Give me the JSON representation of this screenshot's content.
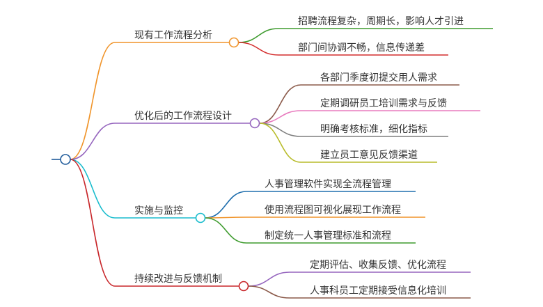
{
  "mindmap": {
    "branches": [
      {
        "label": "现有工作流程分析",
        "color": "#F0942A",
        "children": [
          {
            "label": "招聘流程复杂，周期长，影响人才引进",
            "color": "#3E9B2E"
          },
          {
            "label": "部门间协调不畅，信息传递差",
            "color": "#D42E2E"
          }
        ]
      },
      {
        "label": "优化后的工作流程设计",
        "color": "#9565BE",
        "children": [
          {
            "label": "各部门季度初提交用人需求",
            "color": "#8B5A4A"
          },
          {
            "label": "定期调研员工培训需求与反馈",
            "color": "#E87BBE"
          },
          {
            "label": "明确考核标准，细化指标",
            "color": "#7F7F7F"
          },
          {
            "label": "建立员工意见反馈渠道",
            "color": "#B8BC2A"
          }
        ]
      },
      {
        "label": "实施与监控",
        "color": "#18BCCD",
        "children": [
          {
            "label": "人事管理软件实现全流程管理",
            "color": "#1F6EAD"
          },
          {
            "label": "使用流程图可视化展现工作流程",
            "color": "#F0942A"
          },
          {
            "label": "制定统一人事管理标准和流程",
            "color": "#3E9B2E"
          }
        ]
      },
      {
        "label": "持续改进与反馈机制",
        "color": "#C8262A",
        "children": [
          {
            "label": "定期评估、收集反馈、优化流程",
            "color": "#9565BE"
          },
          {
            "label": "人事科员工定期接受信息化培训",
            "color": "#8B5A4A"
          }
        ]
      }
    ],
    "root_color": "#1F5A9A"
  }
}
